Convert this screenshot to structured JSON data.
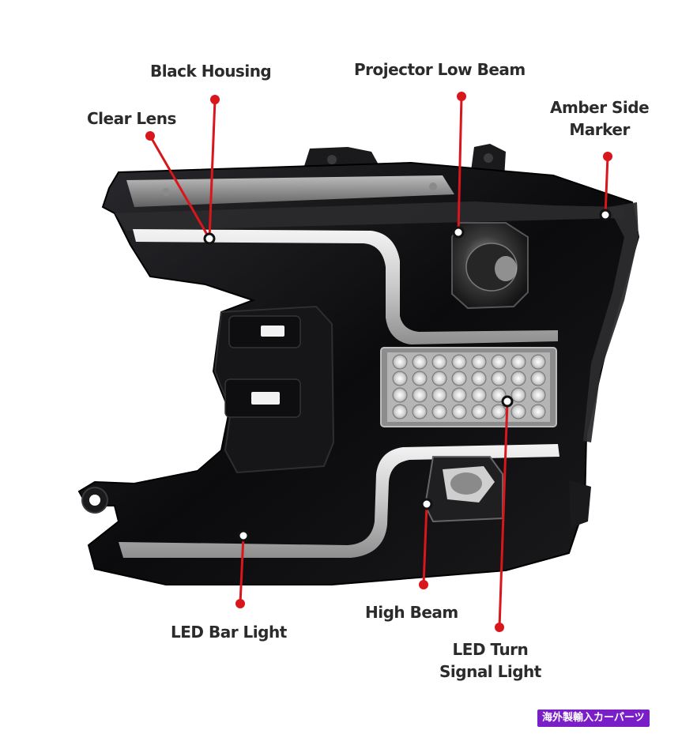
{
  "callouts": {
    "black_housing": "Black Housing",
    "projector_low_beam": "Projector Low Beam",
    "clear_lens": "Clear Lens",
    "amber_side_marker_line1": "Amber Side",
    "amber_side_marker_line2": "Marker",
    "led_bar_light": "LED Bar Light",
    "high_beam": "High Beam",
    "led_turn_line1": "LED Turn",
    "led_turn_line2": "Signal Light"
  },
  "watermark": "海外製輸入カーパーツ",
  "colors": {
    "callout_red": "#d8161b",
    "housing_black": "#0c0c0e",
    "label_text": "#2b2b2b",
    "watermark_bg": "#7a1fc7"
  }
}
